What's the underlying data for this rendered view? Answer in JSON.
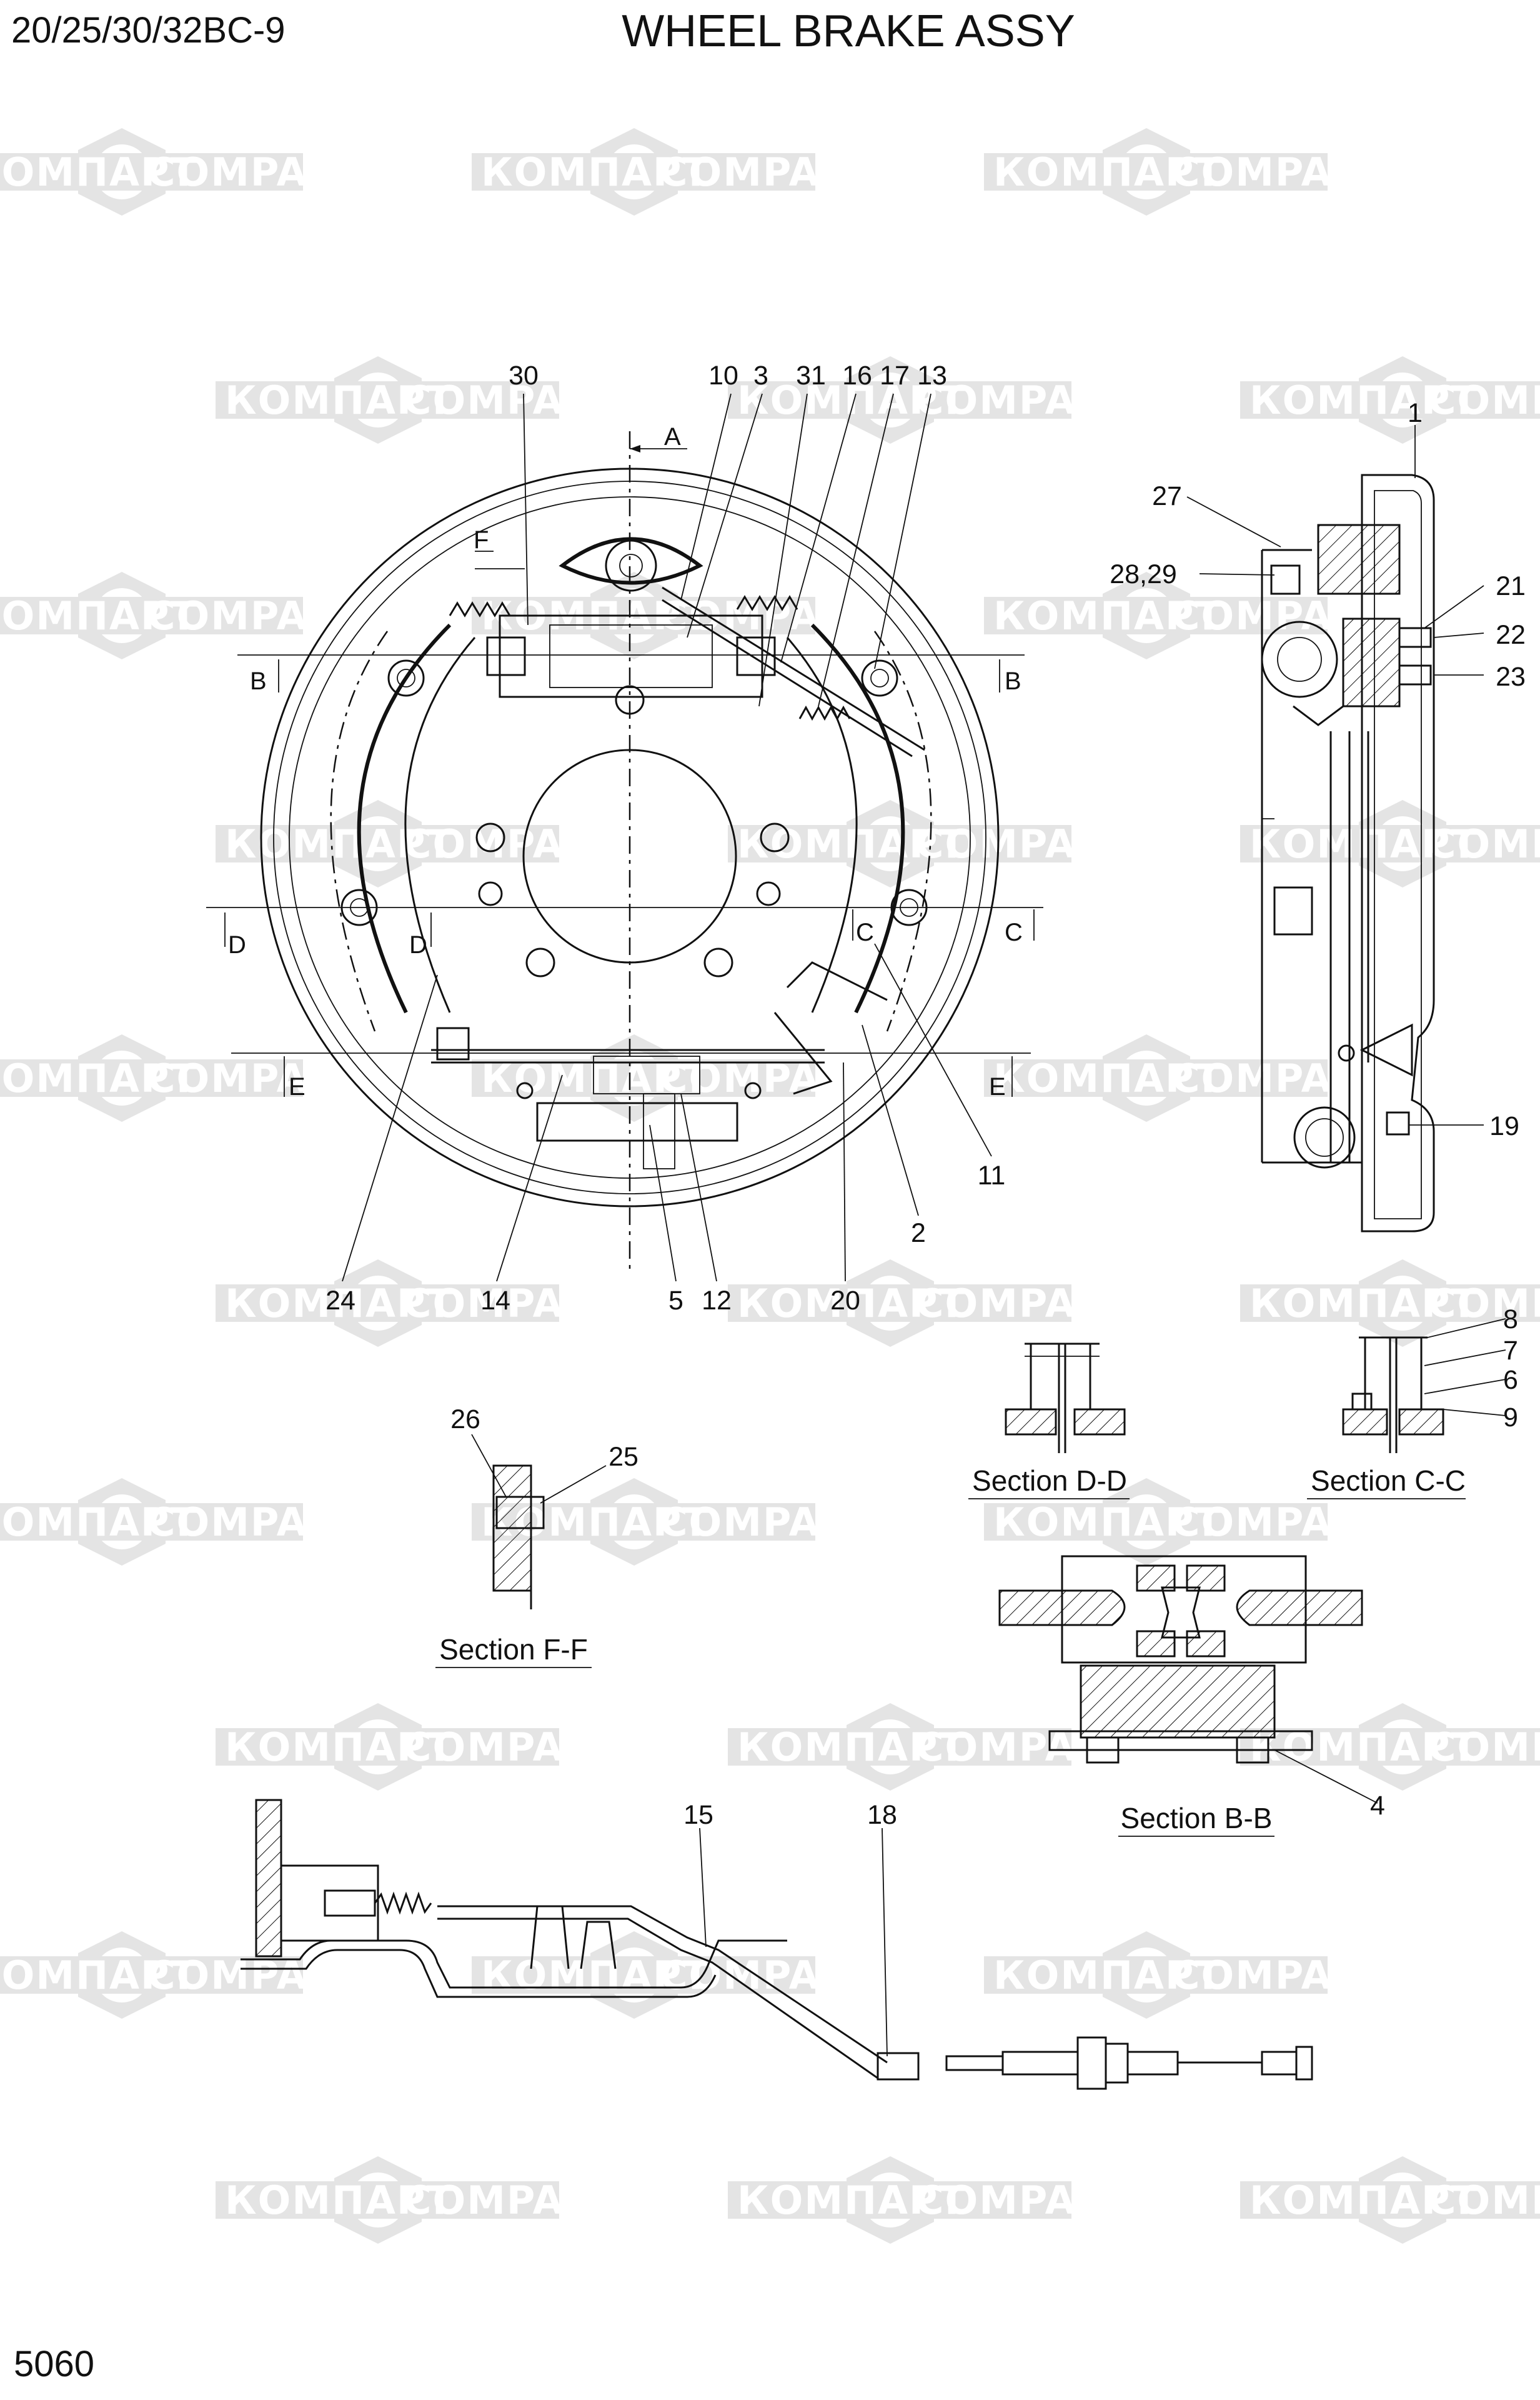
{
  "header": {
    "model": "20/25/30/32BC-9",
    "title": "WHEEL BRAKE ASSY"
  },
  "footer": {
    "page_number": "5060"
  },
  "watermark": {
    "left_word": "КОМПАРТ",
    "right_word": "COMPART"
  },
  "section_markers": {
    "A": "A",
    "B": "B",
    "C": "C",
    "D": "D",
    "E": "E",
    "F": "F"
  },
  "section_titles": {
    "dd": "Section D-D",
    "cc": "Section C-C",
    "ff": "Section F-F",
    "bb": "Section B-B"
  },
  "callouts": {
    "p30": "30",
    "p10": "10",
    "p3": "3",
    "p31": "31",
    "p16": "16",
    "p17": "17",
    "p13": "13",
    "p1": "1",
    "p27": "27",
    "p28_29": "28,29",
    "p21": "21",
    "p22": "22",
    "p23": "23",
    "p19": "19",
    "p11": "11",
    "p2": "2",
    "p24": "24",
    "p14": "14",
    "p5": "5",
    "p12": "12",
    "p20": "20",
    "p8": "8",
    "p7": "7",
    "p6": "6",
    "p9": "9",
    "p26": "26",
    "p25": "25",
    "p4": "4",
    "p15": "15",
    "p18": "18"
  }
}
